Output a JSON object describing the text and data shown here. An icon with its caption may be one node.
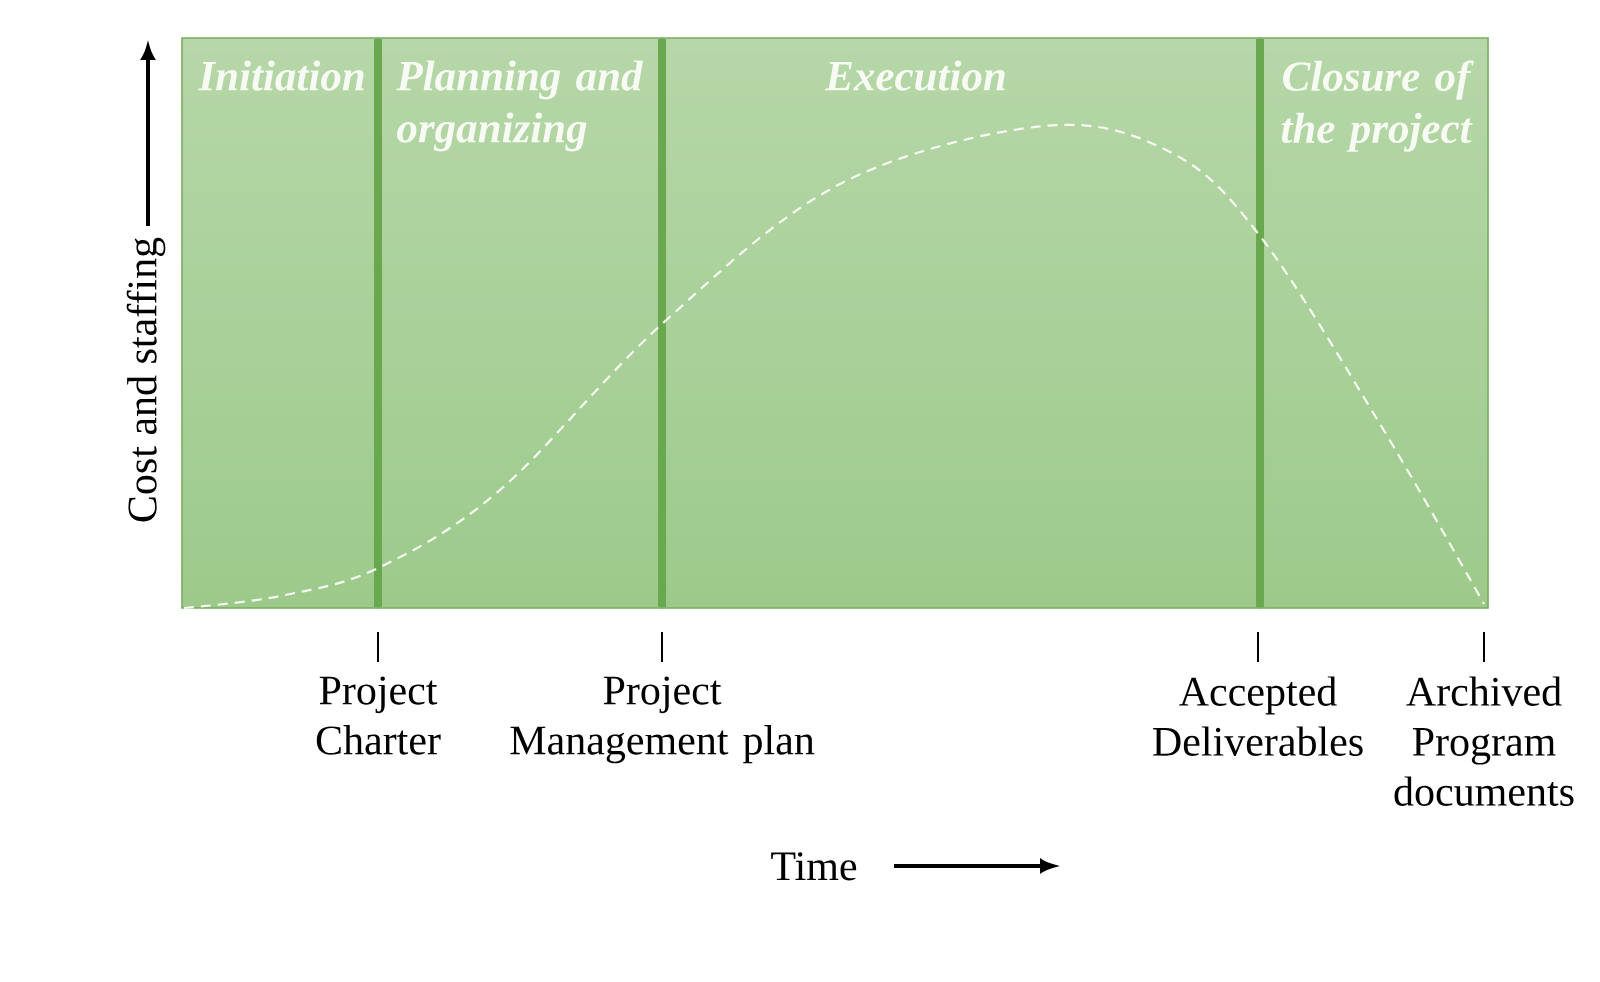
{
  "diagram": {
    "nodes": [
      {
        "text": [
          "Initiation"
        ]
      },
      {
        "text": [
          "Planning and organizing"
        ]
      },
      {
        "text": [
          "Execution"
        ]
      },
      {
        "text": [
          "Closure of the project"
        ]
      }
    ],
    "labels": [
      "Cost and staffing",
      "Project Charter",
      "Project Management plan",
      "Accepted Deliverables",
      "Archived Program documents",
      "Time"
    ]
  }
}
